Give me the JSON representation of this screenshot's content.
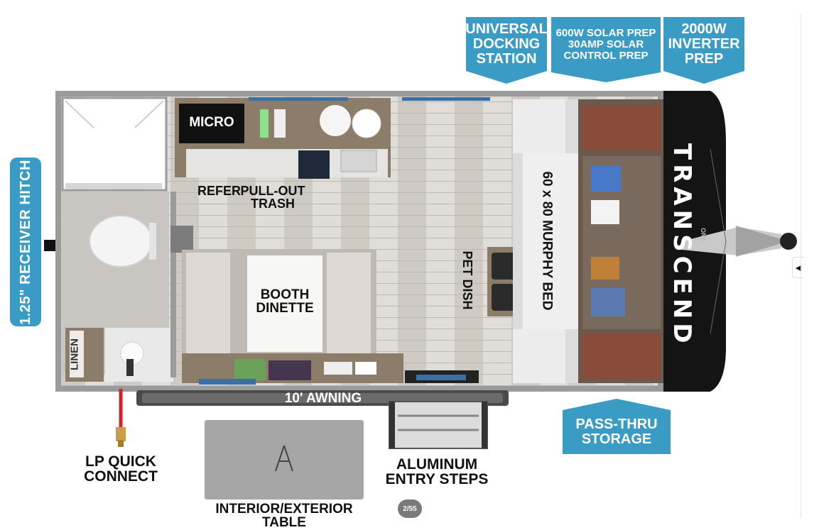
{
  "header_tags": [
    {
      "text": "UNIVERSAL\nDOCKING\nSTATION"
    },
    {
      "text": "600W SOLAR PREP\n30AMP SOLAR\nCONTROL PREP"
    },
    {
      "text": "2000W\nINVERTER\nPREP"
    }
  ],
  "hitch_tag": "1.25\" RECEIVER HITCH",
  "pass_thru_tag": "PASS-THRU\nSTORAGE",
  "rooms": {
    "micro": "MICRO",
    "refer": "REFER",
    "pull_out_trash": "PULL-OUT\nTRASH",
    "booth_dinette": "BOOTH\nDINETTE",
    "pet_dish": "PET DISH",
    "murphy_bed": "60 x 80 MURPHY BED",
    "linen": "LINEN",
    "awning": "10' AWNING"
  },
  "brand": {
    "name": "TRANSCEND",
    "sub": "ONE"
  },
  "exterior": {
    "lp_quick_connect": "LP QUICK\nCONNECT",
    "aluminum_entry_steps": "ALUMINUM\nENTRY STEPS",
    "interior_exterior_table": "INTERIOR/EXTERIOR TABLE"
  },
  "gallery_counter": "2/55",
  "colors": {
    "accent_blue": "#3a9cc4",
    "floor": "#d9d5d0",
    "wall": "#9a9a9a",
    "bed": "#e6e6e6",
    "cabinet": "#8c7d6a",
    "front_cap": "#1a1a1a"
  }
}
